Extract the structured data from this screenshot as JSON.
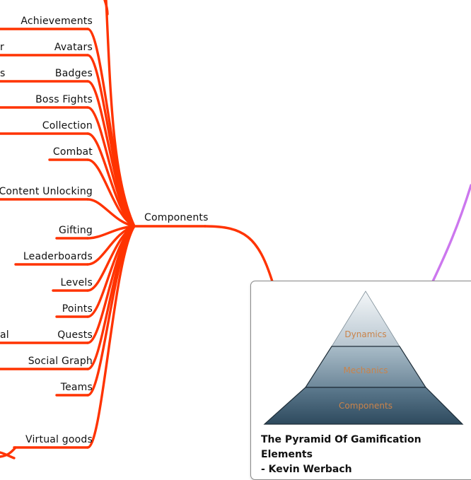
{
  "components_branch": {
    "title": "Components",
    "color": "#ff3300",
    "items": [
      "Achievements",
      "Avatars",
      "Badges",
      "Boss Fights",
      "Collection",
      "Combat",
      "Content Unlocking",
      "Gifting",
      "Leaderboards",
      "Levels",
      "Points",
      "Quests",
      "Social Graph",
      "Teams",
      "Virtual goods"
    ],
    "cut_off_left_texts": [
      "r",
      "s",
      "al"
    ]
  },
  "purple_branch": {
    "color": "#cc77ee"
  },
  "image_card": {
    "pyramid_levels": [
      "Dynamics",
      "Mechanics",
      "Components"
    ],
    "caption_line1": "The Pyramid Of Gamification Elements",
    "caption_line2": "- Kevin Werbach"
  }
}
